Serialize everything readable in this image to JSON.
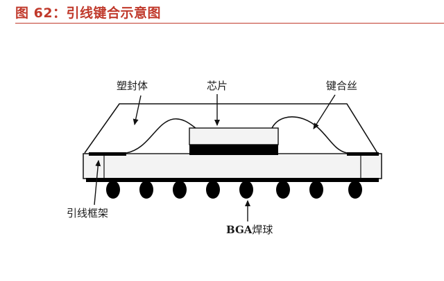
{
  "figure": {
    "title": "图 62：引线键合示意图"
  },
  "labels": {
    "molding": "塑封体",
    "chip": "芯片",
    "bond_wire": "键合丝",
    "lead_frame": "引线框架",
    "bga_prefix": "BGA",
    "bga_suffix": "焊球"
  },
  "colors": {
    "title": "#c0392b",
    "line": "#111111",
    "fill_dark": "#000000",
    "fill_light": "#f3f3f3"
  }
}
